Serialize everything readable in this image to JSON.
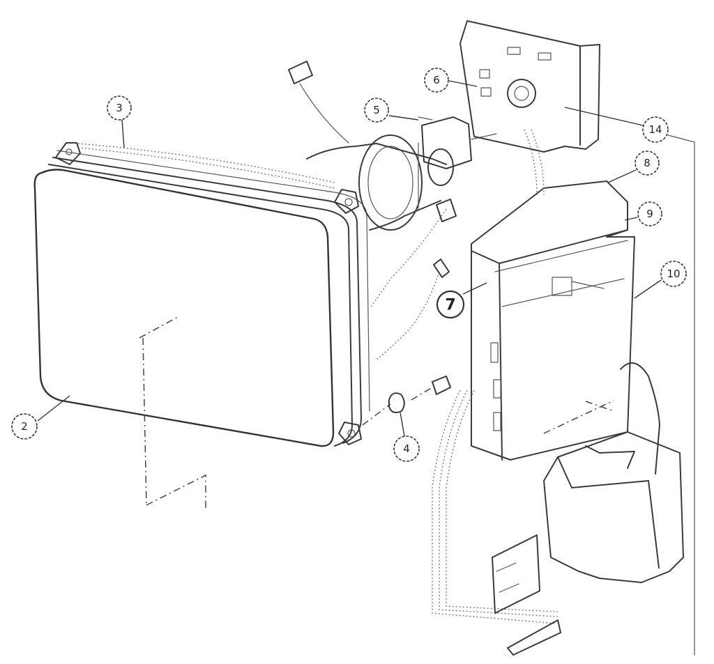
{
  "callouts": [
    {
      "id": "2",
      "label": "2"
    },
    {
      "id": "3",
      "label": "3"
    },
    {
      "id": "4",
      "label": "4"
    },
    {
      "id": "5",
      "label": "5"
    },
    {
      "id": "6",
      "label": "6"
    },
    {
      "id": "7",
      "label": "7"
    },
    {
      "id": "8",
      "label": "8"
    },
    {
      "id": "9",
      "label": "9"
    },
    {
      "id": "10",
      "label": "10"
    },
    {
      "id": "14",
      "label": "14"
    }
  ]
}
